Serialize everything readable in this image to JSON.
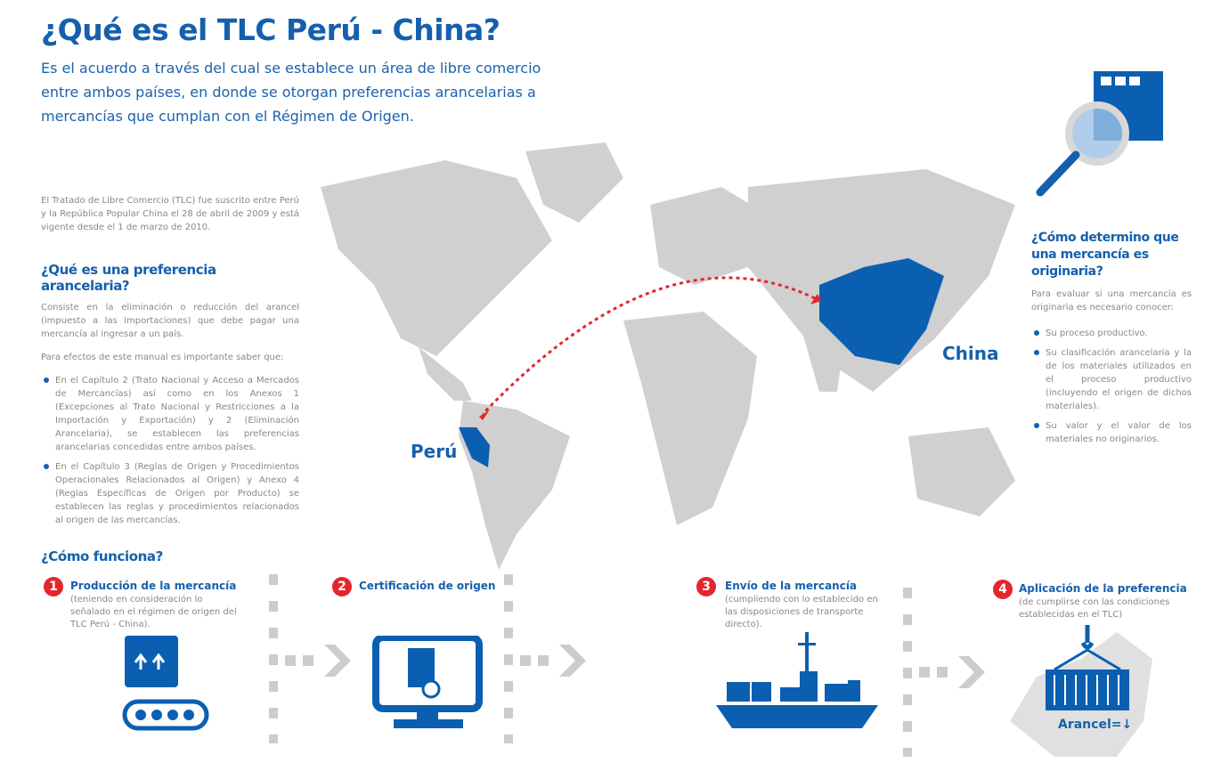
{
  "title": "¿Qué es el TLC Perú - China?",
  "intro": "Es el acuerdo a través del cual se establece un área de libre comercio entre ambos países, en donde se otorgan preferencias arancelarias a mercancías que cumplan con el Régimen de Origen.",
  "signed": "El Tratado de Libre Comercio (TLC) fue suscrito entre Perú y la República Popular China el 28 de abril de 2009 y está vigente desde el 1 de marzo de 2010.",
  "preference": {
    "heading": "¿Qué es una preferencia arancelaria?",
    "body": "Consiste en la eliminación o reducción del arancel (impuesto a las importaciones) que debe pagar una mercancía al ingresar a un país.",
    "lead": "Para efectos de este manual es importante saber que:",
    "bullets": [
      "En el Capítulo 2 (Trato Nacional y Acceso a Mercados de Mercancías) así como en los Anexos 1 (Excepciones al Trato Nacional y Restricciones a la Importación y Exportación) y 2 (Eliminación Arancelaria), se establecen las preferencias arancelarias concedidas entre ambos países.",
      "En el Capítulo 3 (Reglas de Origen y Procedimientos Operacionales Relacionados al Origen) y Anexo 4 (Reglas Específicas de Origen por Producto) se establecen las reglas y procedimientos relacionados al origen de las mercancías."
    ]
  },
  "origin": {
    "heading": "¿Cómo determino que una mercancía es originaria?",
    "lead": "Para evaluar si una mercancía es originaria es necesario conocer:",
    "bullets": [
      "Su proceso productivo.",
      "Su clasificación arancelaria y la de los materiales utilizados en el proceso productivo (incluyendo el origen de dichos materiales).",
      "Su valor y el valor de los materiales no originarios."
    ]
  },
  "map": {
    "peru": "Perú",
    "china": "China",
    "highlight": "#0b5fb0",
    "land": "#d0d0d0",
    "arrow": "#e3262e"
  },
  "how": {
    "heading": "¿Cómo funciona?",
    "steps": [
      {
        "n": "1",
        "title": "Producción de la mercancía",
        "desc": "(teniendo en consideración lo señalado en el régimen de origen del TLC Perú - China)."
      },
      {
        "n": "2",
        "title": "Certificación de origen",
        "desc": ""
      },
      {
        "n": "3",
        "title": "Envío de la mercancía",
        "desc": "(cumpliendo con lo establecido en las disposiciones de transporte directo)."
      },
      {
        "n": "4",
        "title": "Aplicación de la preferencia",
        "desc": "(de cumplirse con las condiciones establecidas en el TLC)"
      }
    ],
    "arancel": "Arancel=↓"
  }
}
